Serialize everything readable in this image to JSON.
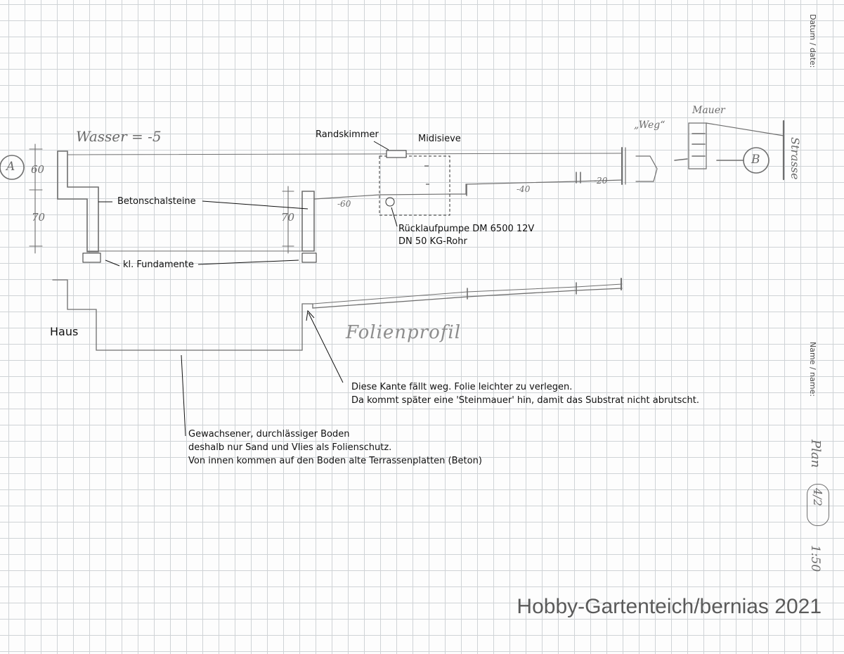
{
  "sheet": {
    "date_label": "Datum / date:",
    "name_label": "Name / name:",
    "plan_title": "Plan",
    "plan_number": "4/2",
    "scale": "1:50"
  },
  "labels": {
    "randskimmer": "Randskimmer",
    "midisieve": "Midisieve",
    "betonschalsteine": "Betonschalsteine",
    "fundamente": "kl. Fundamente",
    "pumpe_line1": "Rücklaufpumpe DM 6500 12V",
    "pumpe_line2": "DN 50 KG-Rohr",
    "haus": "Haus"
  },
  "pencil": {
    "wasser": "Wasser = -5",
    "point_a": "A",
    "point_b": "B",
    "dim_60": "60",
    "dim_70_left": "70",
    "dim_70_right": "70",
    "level_60": "-60",
    "level_40": "-40",
    "level_20": "-20",
    "weg": "„Weg“",
    "mauer": "Mauer",
    "strasse": "Strasse",
    "folienprofil": "Folienprofil"
  },
  "notes": {
    "kante": [
      "Diese Kante fällt weg. Folie leichter zu verlegen.",
      "Da kommt später eine 'Steinmauer' hin, damit das Substrat nicht abrutscht."
    ],
    "boden": [
      "Gewachsener, durchlässiger Boden",
      "deshalb nur Sand und Vlies als Folienschutz.",
      "Von innen kommen auf den Boden alte Terrassenplatten (Beton)"
    ]
  },
  "watermark": "Hobby-Gartenteich/bernias 2021"
}
